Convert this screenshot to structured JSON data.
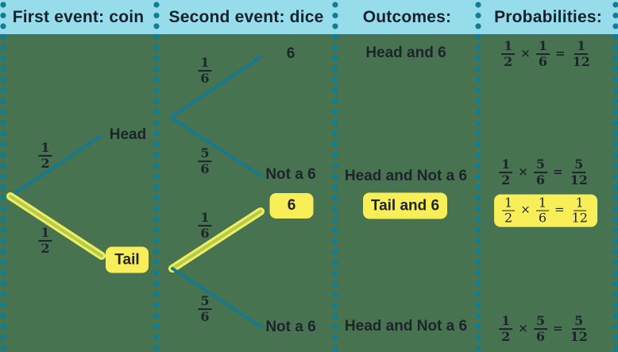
{
  "title": "Probability tree diagram: coin then dice",
  "colors": {
    "background": "#487350",
    "header_bg": "#97dcea",
    "teal_line": "#17798d",
    "dot_teal": "#0f7e93",
    "highlight_yellow": "#f8ee58",
    "highlight_line_outer": "#f0ee5e",
    "highlight_line_core": "#b5ca51",
    "text_dark": "#1d242c"
  },
  "header": {
    "col1": "First event: coin",
    "col2": "Second event: dice",
    "col3": "Outcomes:",
    "col4": "Probabilities:"
  },
  "coin": {
    "branches": [
      {
        "fraction": {
          "n": "1",
          "d": "2"
        },
        "label": "Head",
        "highlighted": false
      },
      {
        "fraction": {
          "n": "1",
          "d": "2"
        },
        "label": "Tail",
        "highlighted": true
      }
    ]
  },
  "dice": {
    "from_head": {
      "branches": [
        {
          "fraction": {
            "n": "1",
            "d": "6"
          },
          "label": "6",
          "highlighted": false
        },
        {
          "fraction": {
            "n": "5",
            "d": "6"
          },
          "label": "Not a 6",
          "highlighted": false
        }
      ]
    },
    "from_tail": {
      "branches": [
        {
          "fraction": {
            "n": "1",
            "d": "6"
          },
          "label": "6",
          "highlighted": true
        },
        {
          "fraction": {
            "n": "5",
            "d": "6"
          },
          "label": "Not a 6",
          "highlighted": false
        }
      ]
    }
  },
  "outcomes": [
    {
      "label": "Head and 6",
      "highlighted": false
    },
    {
      "label": "Head and Not a 6",
      "highlighted": false
    },
    {
      "label": "Tail and 6",
      "highlighted": true
    },
    {
      "label": "Head and Not a 6",
      "highlighted": false
    }
  ],
  "probabilities": [
    {
      "f1": {
        "n": "1",
        "d": "2"
      },
      "times": "×",
      "f2": {
        "n": "1",
        "d": "6"
      },
      "equals": "=",
      "result": {
        "n": "1",
        "d": "12"
      },
      "highlighted": false
    },
    {
      "f1": {
        "n": "1",
        "d": "2"
      },
      "times": "×",
      "f2": {
        "n": "5",
        "d": "6"
      },
      "equals": "=",
      "result": {
        "n": "5",
        "d": "12"
      },
      "highlighted": false
    },
    {
      "f1": {
        "n": "1",
        "d": "2"
      },
      "times": "×",
      "f2": {
        "n": "1",
        "d": "6"
      },
      "equals": "=",
      "result": {
        "n": "1",
        "d": "12"
      },
      "highlighted": true
    },
    {
      "f1": {
        "n": "1",
        "d": "2"
      },
      "times": "×",
      "f2": {
        "n": "5",
        "d": "6"
      },
      "equals": "=",
      "result": {
        "n": "5",
        "d": "12"
      },
      "highlighted": false
    }
  ]
}
